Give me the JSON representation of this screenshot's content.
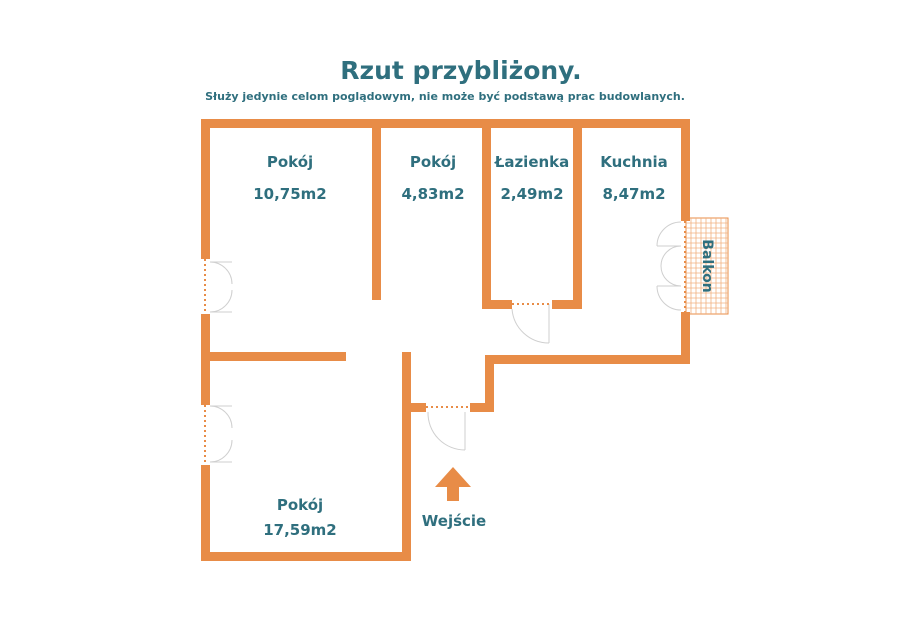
{
  "header": {
    "title": "Rzut przybliżony.",
    "subtitle": "Służy jedynie celom poglądowym, nie może być podstawą prac budowlanych."
  },
  "colors": {
    "wall": "#e88c47",
    "text": "#2f6f7e",
    "door_line": "#cfcfcf"
  },
  "rooms": [
    {
      "name": "Pokój",
      "area": "10,75m2"
    },
    {
      "name": "Pokój",
      "area": "4,83m2"
    },
    {
      "name": "Łazienka",
      "area": "2,49m2"
    },
    {
      "name": "Kuchnia",
      "area": "8,47m2"
    },
    {
      "name": "Pokój",
      "area": "17,59m2"
    }
  ],
  "balcony": {
    "label": "Balkon"
  },
  "entrance": {
    "label": "Wejście",
    "icon": "arrow-up-icon"
  }
}
